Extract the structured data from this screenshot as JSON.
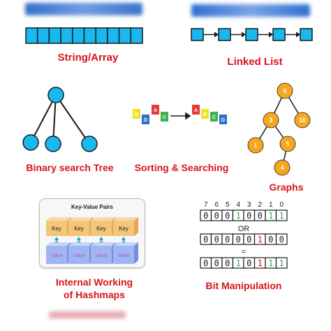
{
  "colors": {
    "label_red": "#d7141b",
    "cyan": "#19b8ef",
    "orange": "#f7a71d",
    "outline": "#1a1a1a",
    "blurred_header": "#2f6fcf",
    "bit_one": "#2eae3a",
    "bit_red": "#d7141b",
    "key_box": "#f5c57a",
    "value_box": "#9fb6f2",
    "value_text": "#c64bd6",
    "hash_arrow": "#1aa8b0"
  },
  "string_array": {
    "label": "String/Array",
    "cells": 10
  },
  "linked_list": {
    "label": "Linked List",
    "nodes": 5
  },
  "binary_tree": {
    "label": "Binary search Tree"
  },
  "sorting": {
    "label": "Sorting & Searching",
    "before": [
      {
        "letter": "B",
        "color": "#f4e022"
      },
      {
        "letter": "D",
        "color": "#2f6fcf"
      },
      {
        "letter": "A",
        "color": "#e43a3a"
      },
      {
        "letter": "C",
        "color": "#3cb44a"
      }
    ],
    "after": [
      {
        "letter": "A",
        "color": "#e43a3a"
      },
      {
        "letter": "B",
        "color": "#f4e022"
      },
      {
        "letter": "C",
        "color": "#3cb44a"
      },
      {
        "letter": "D",
        "color": "#2f6fcf"
      }
    ]
  },
  "graphs": {
    "label": "Graphs",
    "nodes": {
      "n6": "6",
      "n3": "3",
      "n10": "10",
      "n1": "1",
      "n5": "5",
      "n4": "4"
    }
  },
  "hashmap": {
    "title": "Key-Value Pairs",
    "keys": [
      "Key",
      "Key",
      "Key",
      "Key"
    ],
    "values": [
      "Value",
      "Value",
      "Value",
      "Value"
    ],
    "label_line1": "Internal Working",
    "label_line2": "of Hashmaps"
  },
  "bits": {
    "label": "Bit Manipulation",
    "indices": [
      "7",
      "6",
      "5",
      "4",
      "3",
      "2",
      "1",
      "0"
    ],
    "row1": [
      "0",
      "0",
      "0",
      "1",
      "0",
      "0",
      "1",
      "1"
    ],
    "row1_colors": [
      "k",
      "k",
      "k",
      "g",
      "k",
      "k",
      "g",
      "g"
    ],
    "op_or": "OR",
    "row2": [
      "0",
      "0",
      "0",
      "0",
      "0",
      "1",
      "0",
      "0"
    ],
    "row2_colors": [
      "k",
      "k",
      "k",
      "k",
      "k",
      "r",
      "k",
      "k"
    ],
    "op_eq": "=",
    "row3": [
      "0",
      "0",
      "0",
      "1",
      "0",
      "1",
      "1",
      "1"
    ],
    "row3_colors": [
      "k",
      "k",
      "k",
      "g",
      "k",
      "r",
      "g",
      "g"
    ]
  }
}
